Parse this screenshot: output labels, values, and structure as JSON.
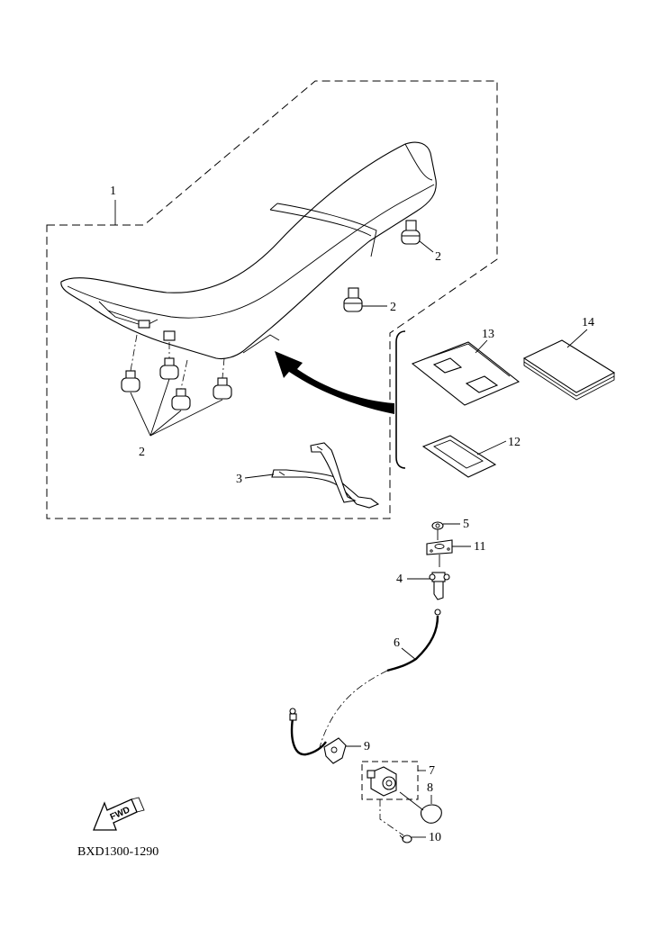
{
  "diagram": {
    "code": "BXD1300-1290",
    "fwd_label": "FWD",
    "callouts": {
      "p1": "1",
      "p2a": "2",
      "p2b": "2",
      "p2c": "2",
      "p3": "3",
      "p4": "4",
      "p5": "5",
      "p6": "6",
      "p7": "7",
      "p8": "8",
      "p9": "9",
      "p10": "10",
      "p11": "11",
      "p12": "12",
      "p13": "13",
      "p14": "14"
    }
  }
}
